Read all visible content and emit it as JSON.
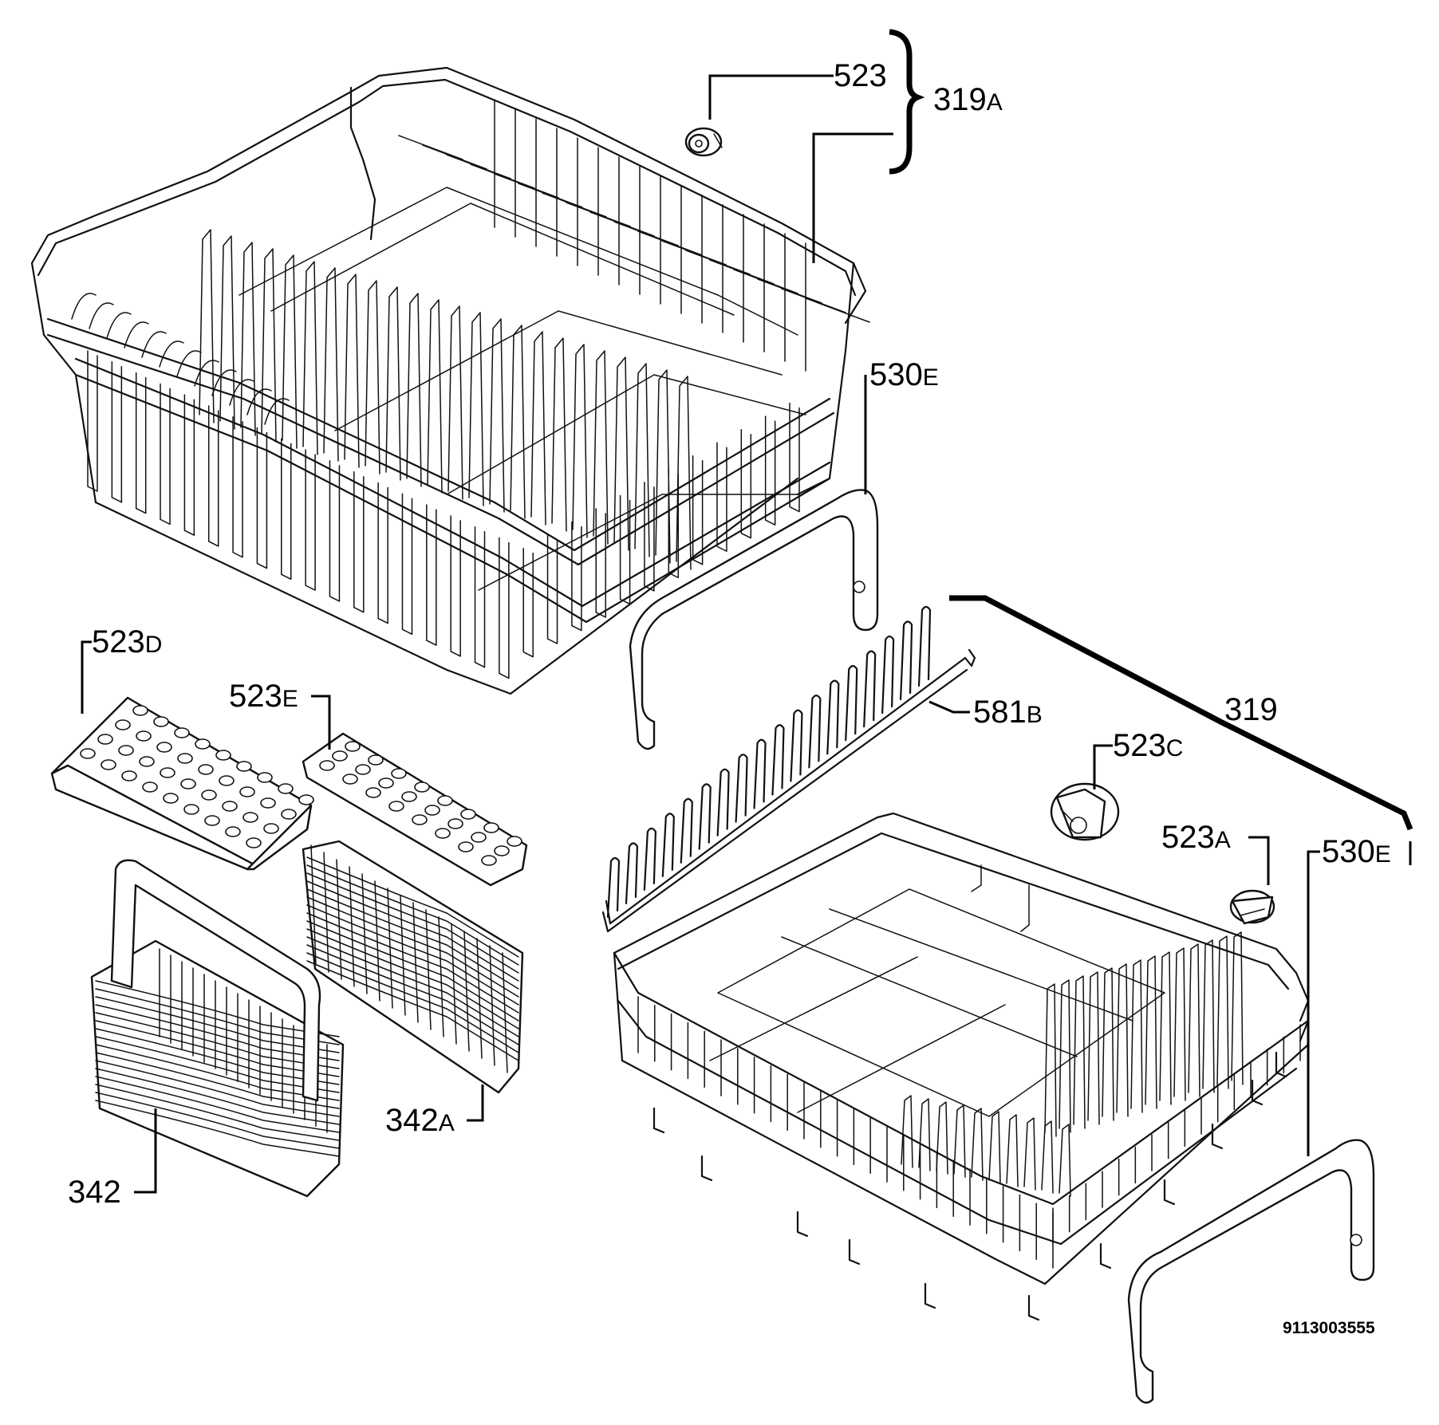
{
  "document_number": "9113003555",
  "labels": [
    {
      "id": "lbl-523",
      "code": "523",
      "suffix": ""
    },
    {
      "id": "lbl-319a",
      "code": "319",
      "suffix": "A"
    },
    {
      "id": "lbl-530e-1",
      "code": "530",
      "suffix": "E"
    },
    {
      "id": "lbl-523d",
      "code": "523",
      "suffix": "D"
    },
    {
      "id": "lbl-523e",
      "code": "523",
      "suffix": "E"
    },
    {
      "id": "lbl-581b",
      "code": "581",
      "suffix": "B"
    },
    {
      "id": "lbl-319",
      "code": "319",
      "suffix": ""
    },
    {
      "id": "lbl-523c",
      "code": "523",
      "suffix": "C"
    },
    {
      "id": "lbl-523a",
      "code": "523",
      "suffix": "A"
    },
    {
      "id": "lbl-530e-2",
      "code": "530",
      "suffix": "E"
    },
    {
      "id": "lbl-342a",
      "code": "342",
      "suffix": "A"
    },
    {
      "id": "lbl-342",
      "code": "342",
      "suffix": ""
    }
  ]
}
